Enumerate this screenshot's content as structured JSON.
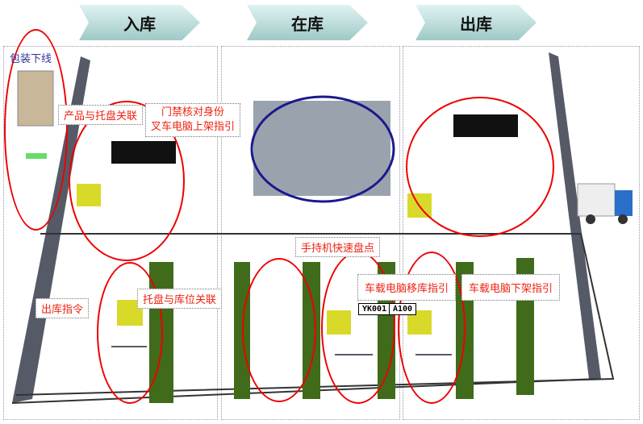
{
  "stages": [
    "入库",
    "在库",
    "出库"
  ],
  "labels": {
    "packaging": "包装下线",
    "product_pallet": "产品与托盘关联",
    "gate_line1": "门禁核对身份",
    "gate_line2": "叉车电脑上架指引",
    "pallet_location": "托盘与库位关联",
    "outbound_order": "出库指令",
    "handheld": "手持机快速盘点",
    "move": "车载电脑移库指引",
    "unload": "车载电脑下架指引",
    "tag1": "YK001",
    "tag2": "A100"
  },
  "colors": {
    "highlight": "#e00000",
    "warehouse_circle": "#1a1a8c",
    "rack": "#3f6b1a"
  }
}
